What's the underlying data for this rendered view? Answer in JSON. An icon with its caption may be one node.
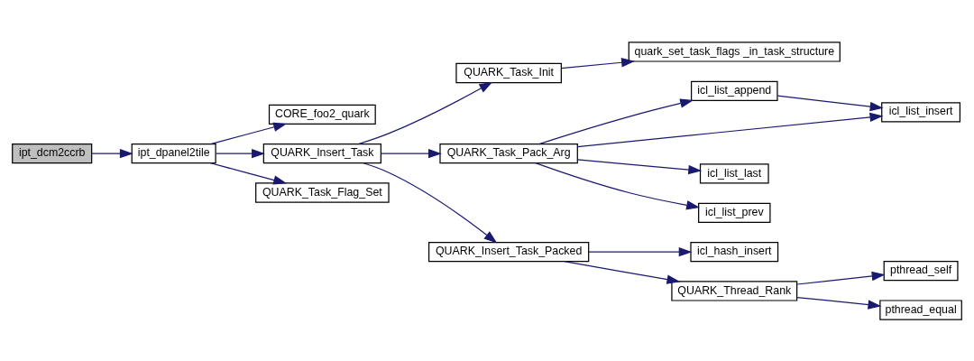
{
  "diagram": {
    "nodes": [
      {
        "text": [
          "ipt_dcm2ccrb"
        ]
      },
      {
        "text": [
          "ipt_dpanel2tile"
        ]
      },
      {
        "text": [
          "CORE_foo2_quark"
        ]
      },
      {
        "text": [
          "QUARK_Insert_Task"
        ]
      },
      {
        "text": [
          "QUARK_Task_Flag_Set"
        ]
      },
      {
        "text": [
          "QUARK_Task_Init"
        ]
      },
      {
        "text": [
          "QUARK_Task_Pack_Arg"
        ]
      },
      {
        "text": [
          "QUARK_Insert_Task_Packed"
        ]
      },
      {
        "text": [
          "quark_set_task_flags _in_task_structure"
        ]
      },
      {
        "text": [
          "icl_list_append"
        ]
      },
      {
        "text": [
          "icl_list_insert"
        ]
      },
      {
        "text": [
          "icl_list_last"
        ]
      },
      {
        "text": [
          "icl_list_prev"
        ]
      },
      {
        "text": [
          "icl_hash_insert"
        ]
      },
      {
        "text": [
          "QUARK_Thread_Rank"
        ]
      },
      {
        "text": [
          "pthread_self"
        ]
      },
      {
        "text": [
          "pthread_equal"
        ]
      }
    ],
    "edges": [
      {
        "from": 0,
        "to": 1,
        "arrow": "to"
      },
      {
        "from": 1,
        "to": 2,
        "arrow": "to"
      },
      {
        "from": 1,
        "to": 3,
        "arrow": "to"
      },
      {
        "from": 1,
        "to": 4,
        "arrow": "to"
      },
      {
        "from": 3,
        "to": 5,
        "arrow": "to"
      },
      {
        "from": 3,
        "to": 6,
        "arrow": "to"
      },
      {
        "from": 3,
        "to": 7,
        "arrow": "to"
      },
      {
        "from": 5,
        "to": 8,
        "arrow": "to"
      },
      {
        "from": 6,
        "to": 9,
        "arrow": "to"
      },
      {
        "from": 6,
        "to": 10,
        "arrow": "to"
      },
      {
        "from": 6,
        "to": 11,
        "arrow": "to"
      },
      {
        "from": 6,
        "to": 12,
        "arrow": "to"
      },
      {
        "from": 9,
        "to": 10,
        "arrow": "to"
      },
      {
        "from": 7,
        "to": 13,
        "arrow": "to"
      },
      {
        "from": 7,
        "to": 14,
        "arrow": "to"
      },
      {
        "from": 14,
        "to": 15,
        "arrow": "to"
      },
      {
        "from": 14,
        "to": 16,
        "arrow": "to"
      }
    ]
  }
}
